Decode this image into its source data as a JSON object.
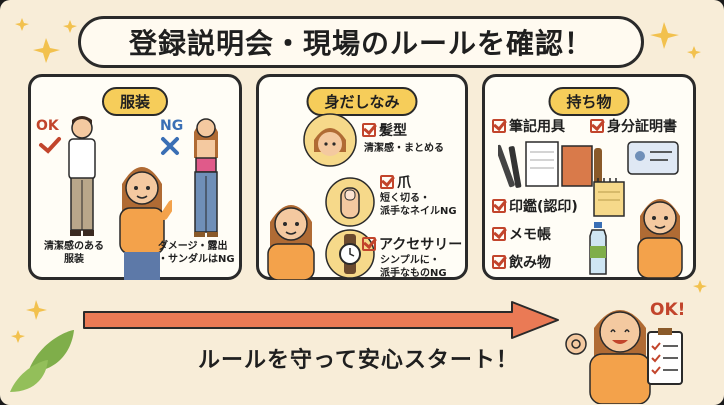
{
  "title": "登録説明会・現場のルールを確認！",
  "panels": {
    "clothing": {
      "heading": "服装",
      "ok_label": "OK",
      "ng_label": "NG",
      "ok_caption": "清潔感のある\n服装",
      "ng_caption": "ダメージ・露出\n・サンダルはNG"
    },
    "grooming": {
      "heading": "身だしなみ",
      "items": [
        {
          "label": "髪型",
          "caption": "清潔感・まとめる"
        },
        {
          "label": "爪",
          "caption": "短く切る・\n派手なネイルNG"
        },
        {
          "label": "アクセサリー",
          "caption": "シンプルに・\n派手なものNG"
        }
      ]
    },
    "belongings": {
      "heading": "持ち物",
      "items": [
        "筆記用具",
        "身分証明書",
        "印鑑(認印)",
        "メモ帳",
        "飲み物"
      ]
    }
  },
  "bottom_message": "ルールを守って安心スタート！",
  "ok_bubble": "OK!",
  "colors": {
    "accent_red": "#c2452c",
    "pill_yellow": "#f6cd5a",
    "arrow": "#ea7a55",
    "background": "#f8edd8"
  }
}
